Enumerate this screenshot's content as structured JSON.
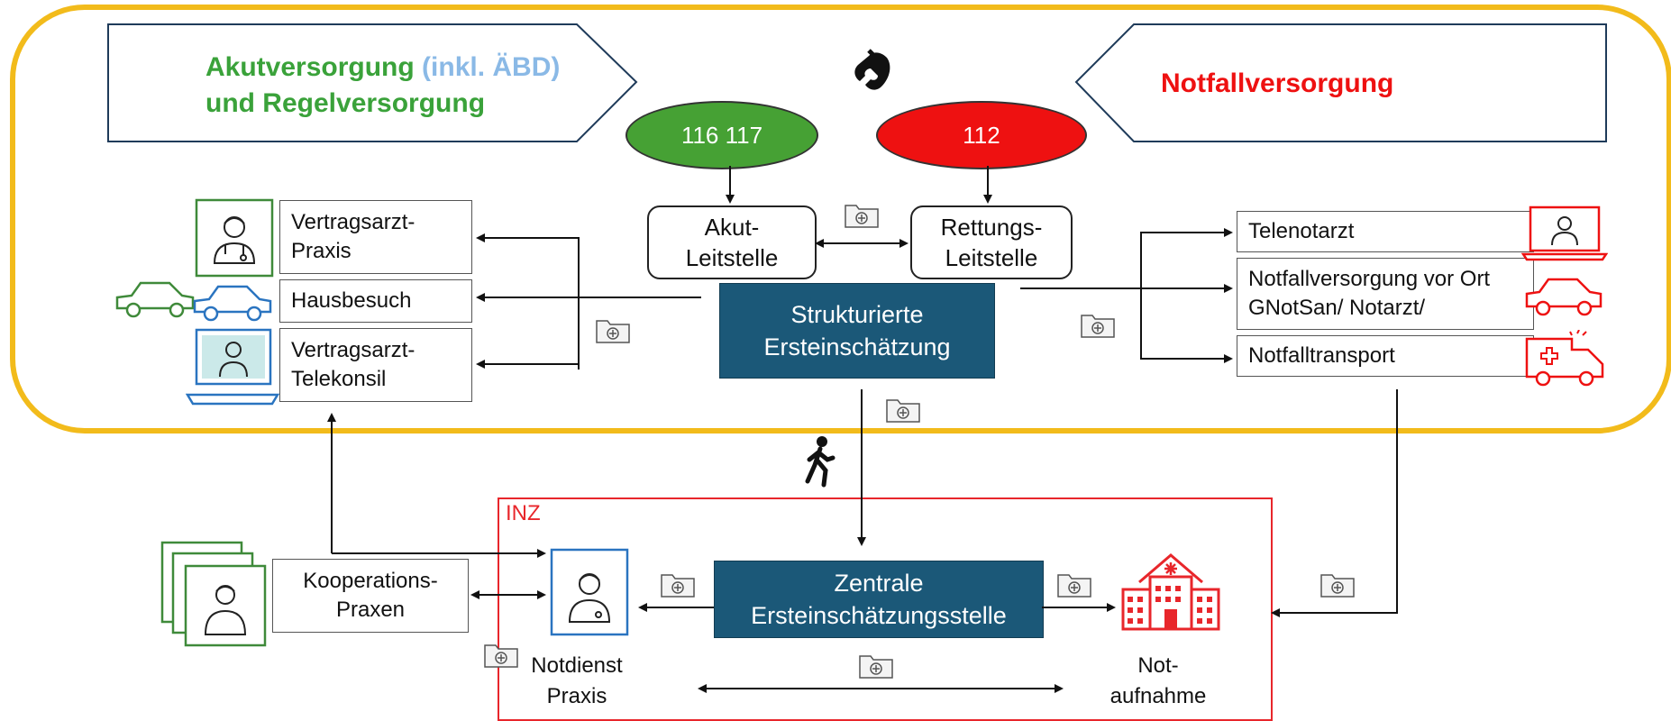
{
  "header_left": {
    "line1_main": "Akutversorgung",
    "line1_accent": "(inkl. ÄBD)",
    "line2": "und Regelversorgung"
  },
  "header_right": {
    "title": "Notfallversorgung"
  },
  "phone_numbers": {
    "green": "116 117",
    "red": "112"
  },
  "dispatch": {
    "akut": [
      "Akut-",
      "Leitstelle"
    ],
    "rettung": [
      "Rettungs-",
      "Leitstelle"
    ]
  },
  "triage": [
    "Strukturierte",
    "Ersteinschätzung"
  ],
  "left_options": {
    "praxis": [
      "Vertragsarzt-",
      "Praxis"
    ],
    "hausbesuch": "Hausbesuch",
    "telekonsil": [
      "Vertragsarzt-",
      "Telekonsil"
    ]
  },
  "right_options": {
    "telenotarzt": "Telenotarzt",
    "vor_ort": [
      "Notfallversorgung vor Ort",
      "GNotSan/ Notarzt/"
    ],
    "transport": "Notfalltransport"
  },
  "inz": {
    "title": "INZ",
    "zentrale": [
      "Zentrale",
      "Ersteinschätzungsstelle"
    ],
    "notdienst": [
      "Notdienst",
      "Praxis"
    ],
    "notaufnahme": [
      "Not-",
      "aufnahme"
    ]
  },
  "kooperation": [
    "Kooperations-",
    "Praxen"
  ],
  "colors": {
    "accent_green": "#3aa23a",
    "accent_lightblue": "#8ab9e6",
    "accent_red": "#ee1111",
    "teal": "#1b5878",
    "frame_gold": "#f2bb1b",
    "inz_red": "#e8262b",
    "icon_blue": "#2a74c0",
    "icon_green": "#3f8a3a"
  },
  "icons": [
    "phone-icon",
    "walking-person-icon",
    "folder-icon",
    "doctor-icon",
    "car-icon",
    "ambulance-icon",
    "hospital-icon",
    "laptop-doctor-icon"
  ]
}
